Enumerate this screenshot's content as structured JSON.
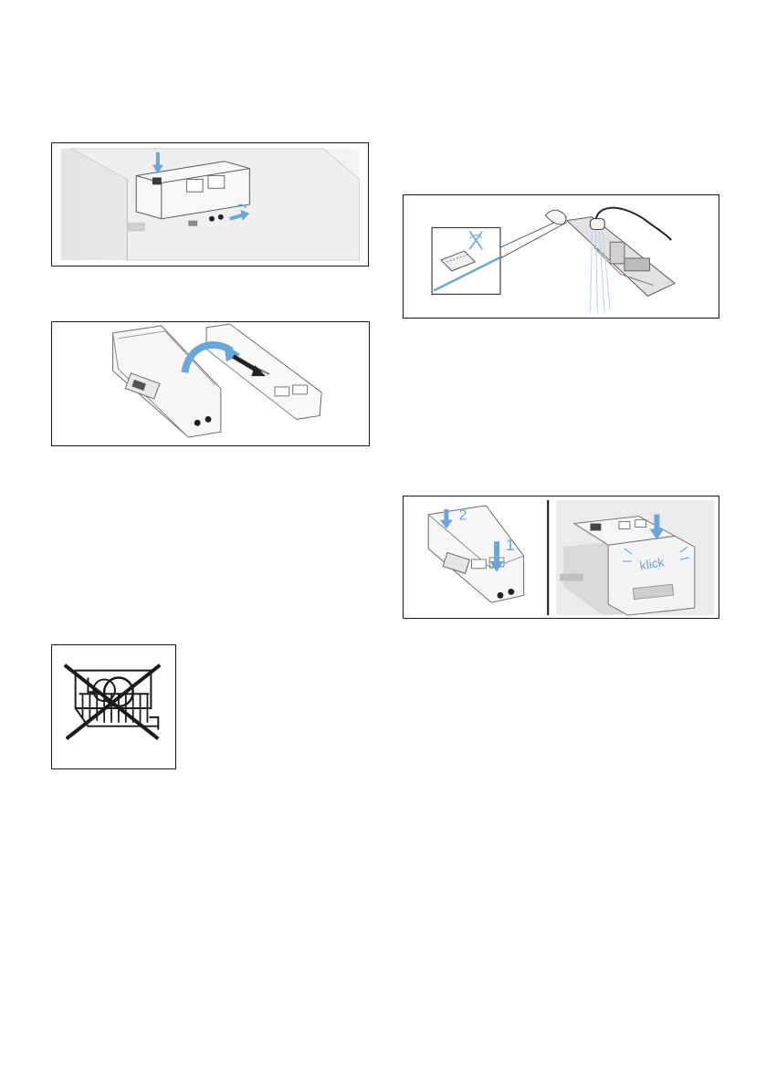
{
  "figures": {
    "open_drawer": {
      "description_icons": [
        "arrow-down-icon",
        "arrow-right-icon"
      ]
    },
    "flip_insert": {
      "description_icons": [
        "curved-arrow-icon"
      ]
    },
    "rinse_insert": {
      "description_icons": [
        "no-brush-icon",
        "shower-head-icon"
      ]
    },
    "insert_drawer": {
      "step_1": "1",
      "step_2": "2",
      "sound_text": "klick"
    },
    "no_dishwasher": {
      "description_icons": [
        "dishwasher-crossed-icon"
      ]
    }
  },
  "colors": {
    "accent_blue": "#6aa6d8",
    "line": "#1a1a1a",
    "panel_grey": "#e6e6e6"
  }
}
